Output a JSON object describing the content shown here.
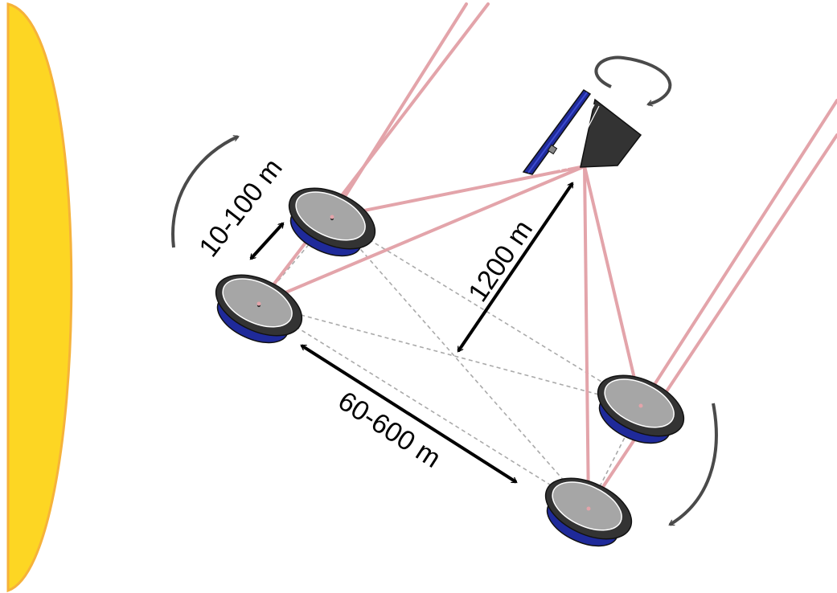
{
  "labels": {
    "short_baseline": "10-100 m",
    "long_baseline": "1200 m",
    "array_spacing": "60-600 m"
  },
  "colors": {
    "star_fill": "#fdd623",
    "star_edge": "#f6b23a",
    "beam": "#e3a4aa",
    "baseline_dashes": "#aaaaaa",
    "mirror_rim": "#333333",
    "mirror_face": "#a6a6a6",
    "mirror_base": "#1f2a9a",
    "rotation_arrow": "#4a4a4a",
    "dimension_arrow": "#000000"
  },
  "components": [
    {
      "name": "star",
      "icon": "sun-half-disk"
    },
    {
      "name": "collector-mirror",
      "count": 4,
      "icon": "telescope-dish"
    },
    {
      "name": "combiner-spacecraft",
      "icon": "beam-combiner"
    },
    {
      "name": "rotation-indicators",
      "count": 3,
      "icon": "curved-arrow"
    }
  ]
}
